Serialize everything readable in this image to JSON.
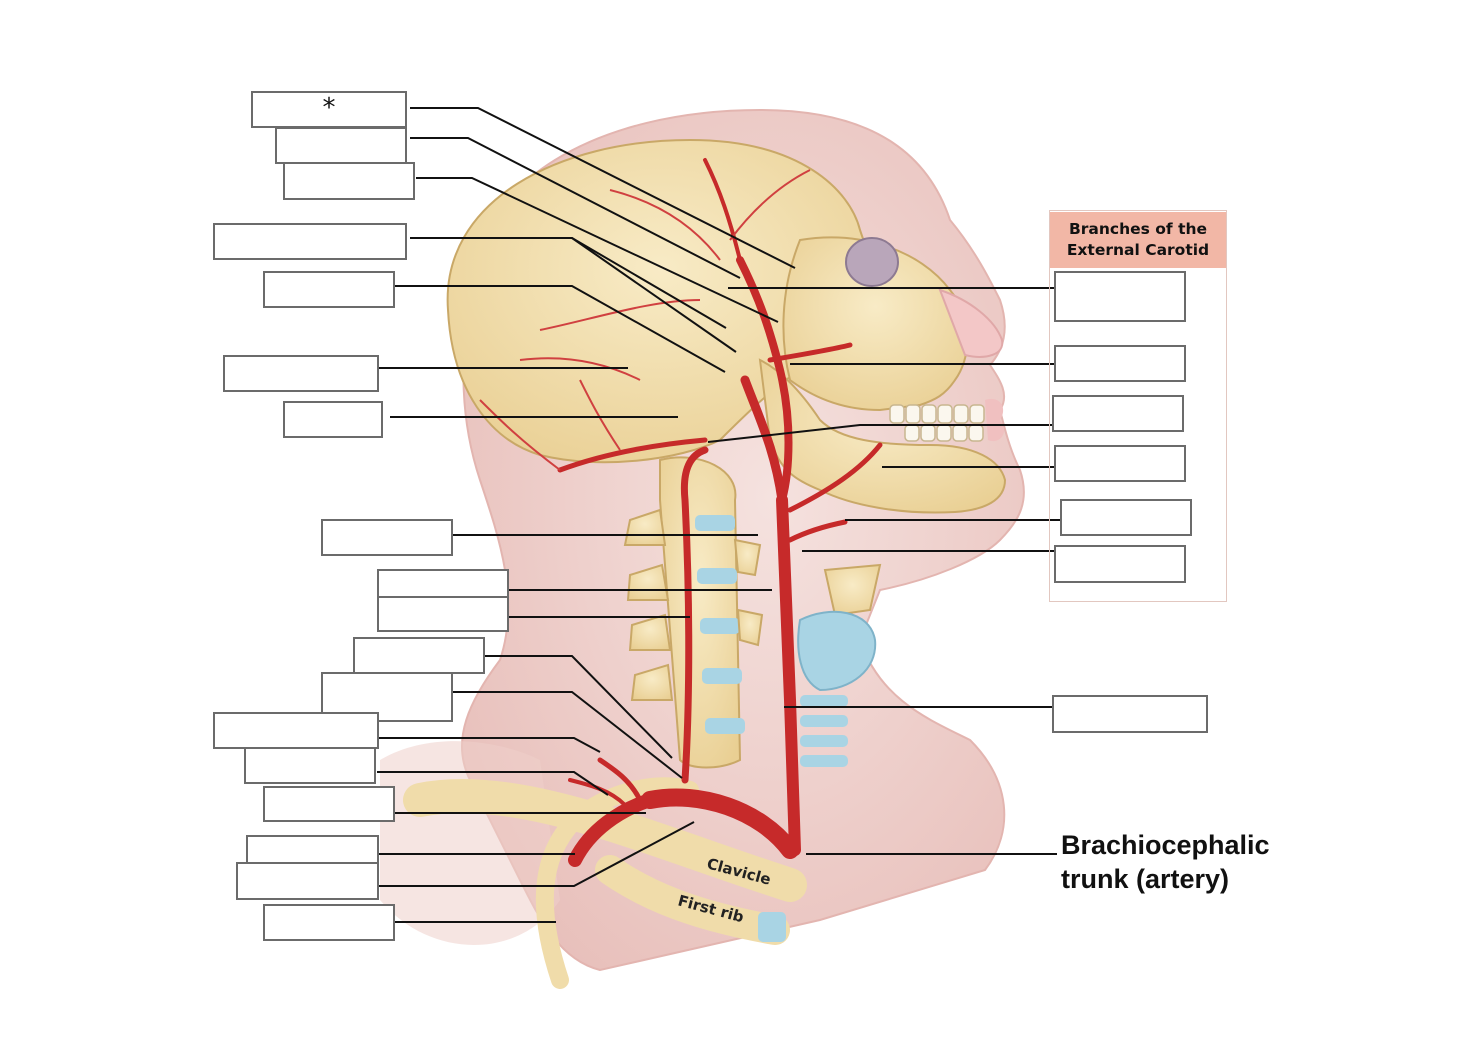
{
  "left_labels": [
    {
      "id": "L1",
      "text": "*"
    },
    {
      "id": "L2",
      "text": ""
    },
    {
      "id": "L3",
      "text": ""
    },
    {
      "id": "L4",
      "text": ""
    },
    {
      "id": "L5",
      "text": ""
    },
    {
      "id": "L6",
      "text": ""
    },
    {
      "id": "L7",
      "text": ""
    },
    {
      "id": "L8",
      "text": ""
    },
    {
      "id": "L9",
      "text": ""
    },
    {
      "id": "L10",
      "text": ""
    },
    {
      "id": "L11",
      "text": ""
    },
    {
      "id": "L12",
      "text": ""
    },
    {
      "id": "L13",
      "text": ""
    },
    {
      "id": "L14",
      "text": ""
    },
    {
      "id": "L15",
      "text": ""
    },
    {
      "id": "L16",
      "text": ""
    },
    {
      "id": "L17",
      "text": ""
    },
    {
      "id": "L18",
      "text": ""
    }
  ],
  "external_carotid_panel": {
    "title": "Branches of the\nExternal Carotid",
    "boxes": [
      "",
      "",
      "",
      "",
      "",
      ""
    ]
  },
  "right_labels": {
    "common_carotid_box": "",
    "brachiocephalic": "Brachiocephalic\ntrunk (artery)"
  },
  "bone_labels": {
    "clavicle": "Clavicle",
    "first_rib": "First rib"
  },
  "colors": {
    "artery": "#c62a2a",
    "bone": "#f2dfae",
    "skin": "#f1d6d3",
    "cartilage": "#a9d4e4",
    "panel_header": "#f2b7a6"
  }
}
